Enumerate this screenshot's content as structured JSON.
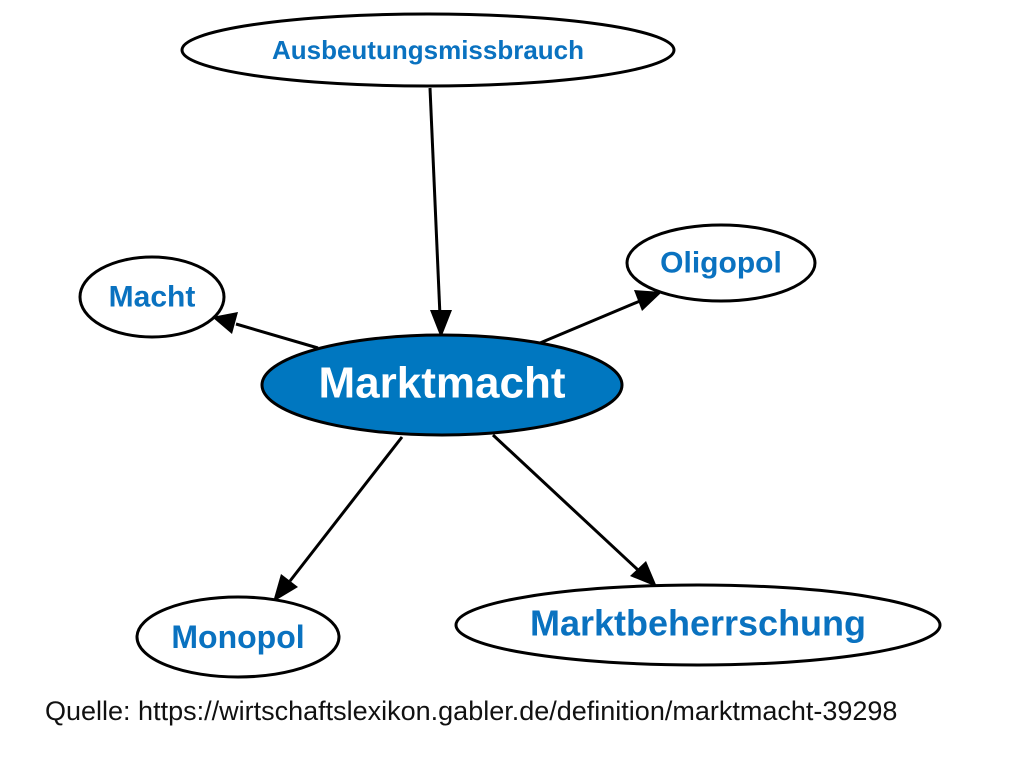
{
  "diagram": {
    "center": "Marktmacht",
    "nodes": {
      "ausbeutung": "Ausbeutungsmissbrauch",
      "macht": "Macht",
      "oligopol": "Oligopol",
      "monopol": "Monopol",
      "marktbeherrschung": "Marktbeherrschung"
    },
    "edges": [
      {
        "from": "Ausbeutungsmissbrauch",
        "to": "Marktmacht"
      },
      {
        "from": "Marktmacht",
        "to": "Macht"
      },
      {
        "from": "Marktmacht",
        "to": "Oligopol"
      },
      {
        "from": "Marktmacht",
        "to": "Monopol"
      },
      {
        "from": "Marktmacht",
        "to": "Marktbeherrschung"
      }
    ],
    "colors": {
      "accent": "#0077c0",
      "stroke": "#000000"
    }
  },
  "source": "Quelle: https://wirtschaftslexikon.gabler.de/definition/marktmacht-39298"
}
